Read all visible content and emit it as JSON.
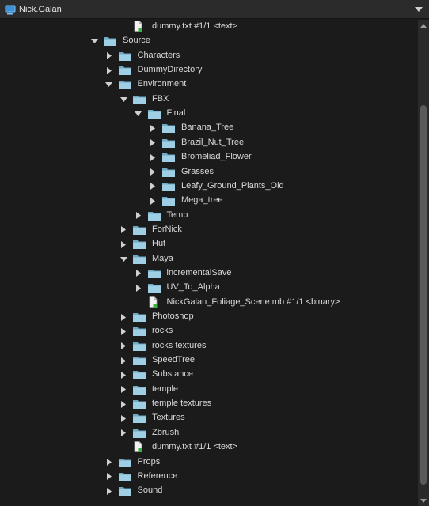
{
  "window": {
    "title": "Nick.Galan"
  },
  "icons": {
    "workspace": "monitor-icon",
    "dropdown": "chevron-down-icon",
    "folder": "folder-icon",
    "file": "file-icon"
  },
  "colors": {
    "folder": "#9fcfe4",
    "folder_dark": "#6fa9c4",
    "file_badge": "#3cb043",
    "background": "#1b1b1b"
  },
  "tree": {
    "rows": [
      {
        "type": "file",
        "depth": 2,
        "label": "dummy.txt #1/1 <text>"
      },
      {
        "type": "folder",
        "depth": 0,
        "state": "expanded",
        "label": "Source"
      },
      {
        "type": "folder",
        "depth": 1,
        "state": "collapsed",
        "label": "Characters"
      },
      {
        "type": "folder",
        "depth": 1,
        "state": "collapsed",
        "label": "DummyDirectory"
      },
      {
        "type": "folder",
        "depth": 1,
        "state": "expanded",
        "label": "Environment"
      },
      {
        "type": "folder",
        "depth": 2,
        "state": "expanded",
        "label": "FBX"
      },
      {
        "type": "folder",
        "depth": 3,
        "state": "expanded",
        "label": "Final"
      },
      {
        "type": "folder",
        "depth": 4,
        "state": "collapsed",
        "label": "Banana_Tree"
      },
      {
        "type": "folder",
        "depth": 4,
        "state": "collapsed",
        "label": "Brazil_Nut_Tree"
      },
      {
        "type": "folder",
        "depth": 4,
        "state": "collapsed",
        "label": "Bromeliad_Flower"
      },
      {
        "type": "folder",
        "depth": 4,
        "state": "collapsed",
        "label": "Grasses"
      },
      {
        "type": "folder",
        "depth": 4,
        "state": "collapsed",
        "label": "Leafy_Ground_Plants_Old"
      },
      {
        "type": "folder",
        "depth": 4,
        "state": "collapsed",
        "label": "Mega_tree"
      },
      {
        "type": "folder",
        "depth": 3,
        "state": "collapsed",
        "label": "Temp"
      },
      {
        "type": "folder",
        "depth": 2,
        "state": "collapsed",
        "label": "ForNick"
      },
      {
        "type": "folder",
        "depth": 2,
        "state": "collapsed",
        "label": "Hut"
      },
      {
        "type": "folder",
        "depth": 2,
        "state": "expanded",
        "label": "Maya"
      },
      {
        "type": "folder",
        "depth": 3,
        "state": "collapsed",
        "label": "incrementalSave"
      },
      {
        "type": "folder",
        "depth": 3,
        "state": "collapsed",
        "label": "UV_To_Alpha"
      },
      {
        "type": "file",
        "depth": 3,
        "label": "NickGalan_Foliage_Scene.mb #1/1 <binary>"
      },
      {
        "type": "folder",
        "depth": 2,
        "state": "collapsed",
        "label": "Photoshop"
      },
      {
        "type": "folder",
        "depth": 2,
        "state": "collapsed",
        "label": "rocks"
      },
      {
        "type": "folder",
        "depth": 2,
        "state": "collapsed",
        "label": "rocks textures"
      },
      {
        "type": "folder",
        "depth": 2,
        "state": "collapsed",
        "label": "SpeedTree"
      },
      {
        "type": "folder",
        "depth": 2,
        "state": "collapsed",
        "label": "Substance"
      },
      {
        "type": "folder",
        "depth": 2,
        "state": "collapsed",
        "label": "temple"
      },
      {
        "type": "folder",
        "depth": 2,
        "state": "collapsed",
        "label": "temple textures"
      },
      {
        "type": "folder",
        "depth": 2,
        "state": "collapsed",
        "label": "Textures"
      },
      {
        "type": "folder",
        "depth": 2,
        "state": "collapsed",
        "label": "Zbrush"
      },
      {
        "type": "file",
        "depth": 2,
        "label": "dummy.txt #1/1 <text>"
      },
      {
        "type": "folder",
        "depth": 1,
        "state": "collapsed",
        "label": "Props"
      },
      {
        "type": "folder",
        "depth": 1,
        "state": "collapsed",
        "label": "Reference"
      },
      {
        "type": "folder",
        "depth": 1,
        "state": "collapsed",
        "label": "Sound"
      }
    ]
  },
  "scrollbar": {
    "position": 0.17,
    "visible_fraction": 0.8
  }
}
